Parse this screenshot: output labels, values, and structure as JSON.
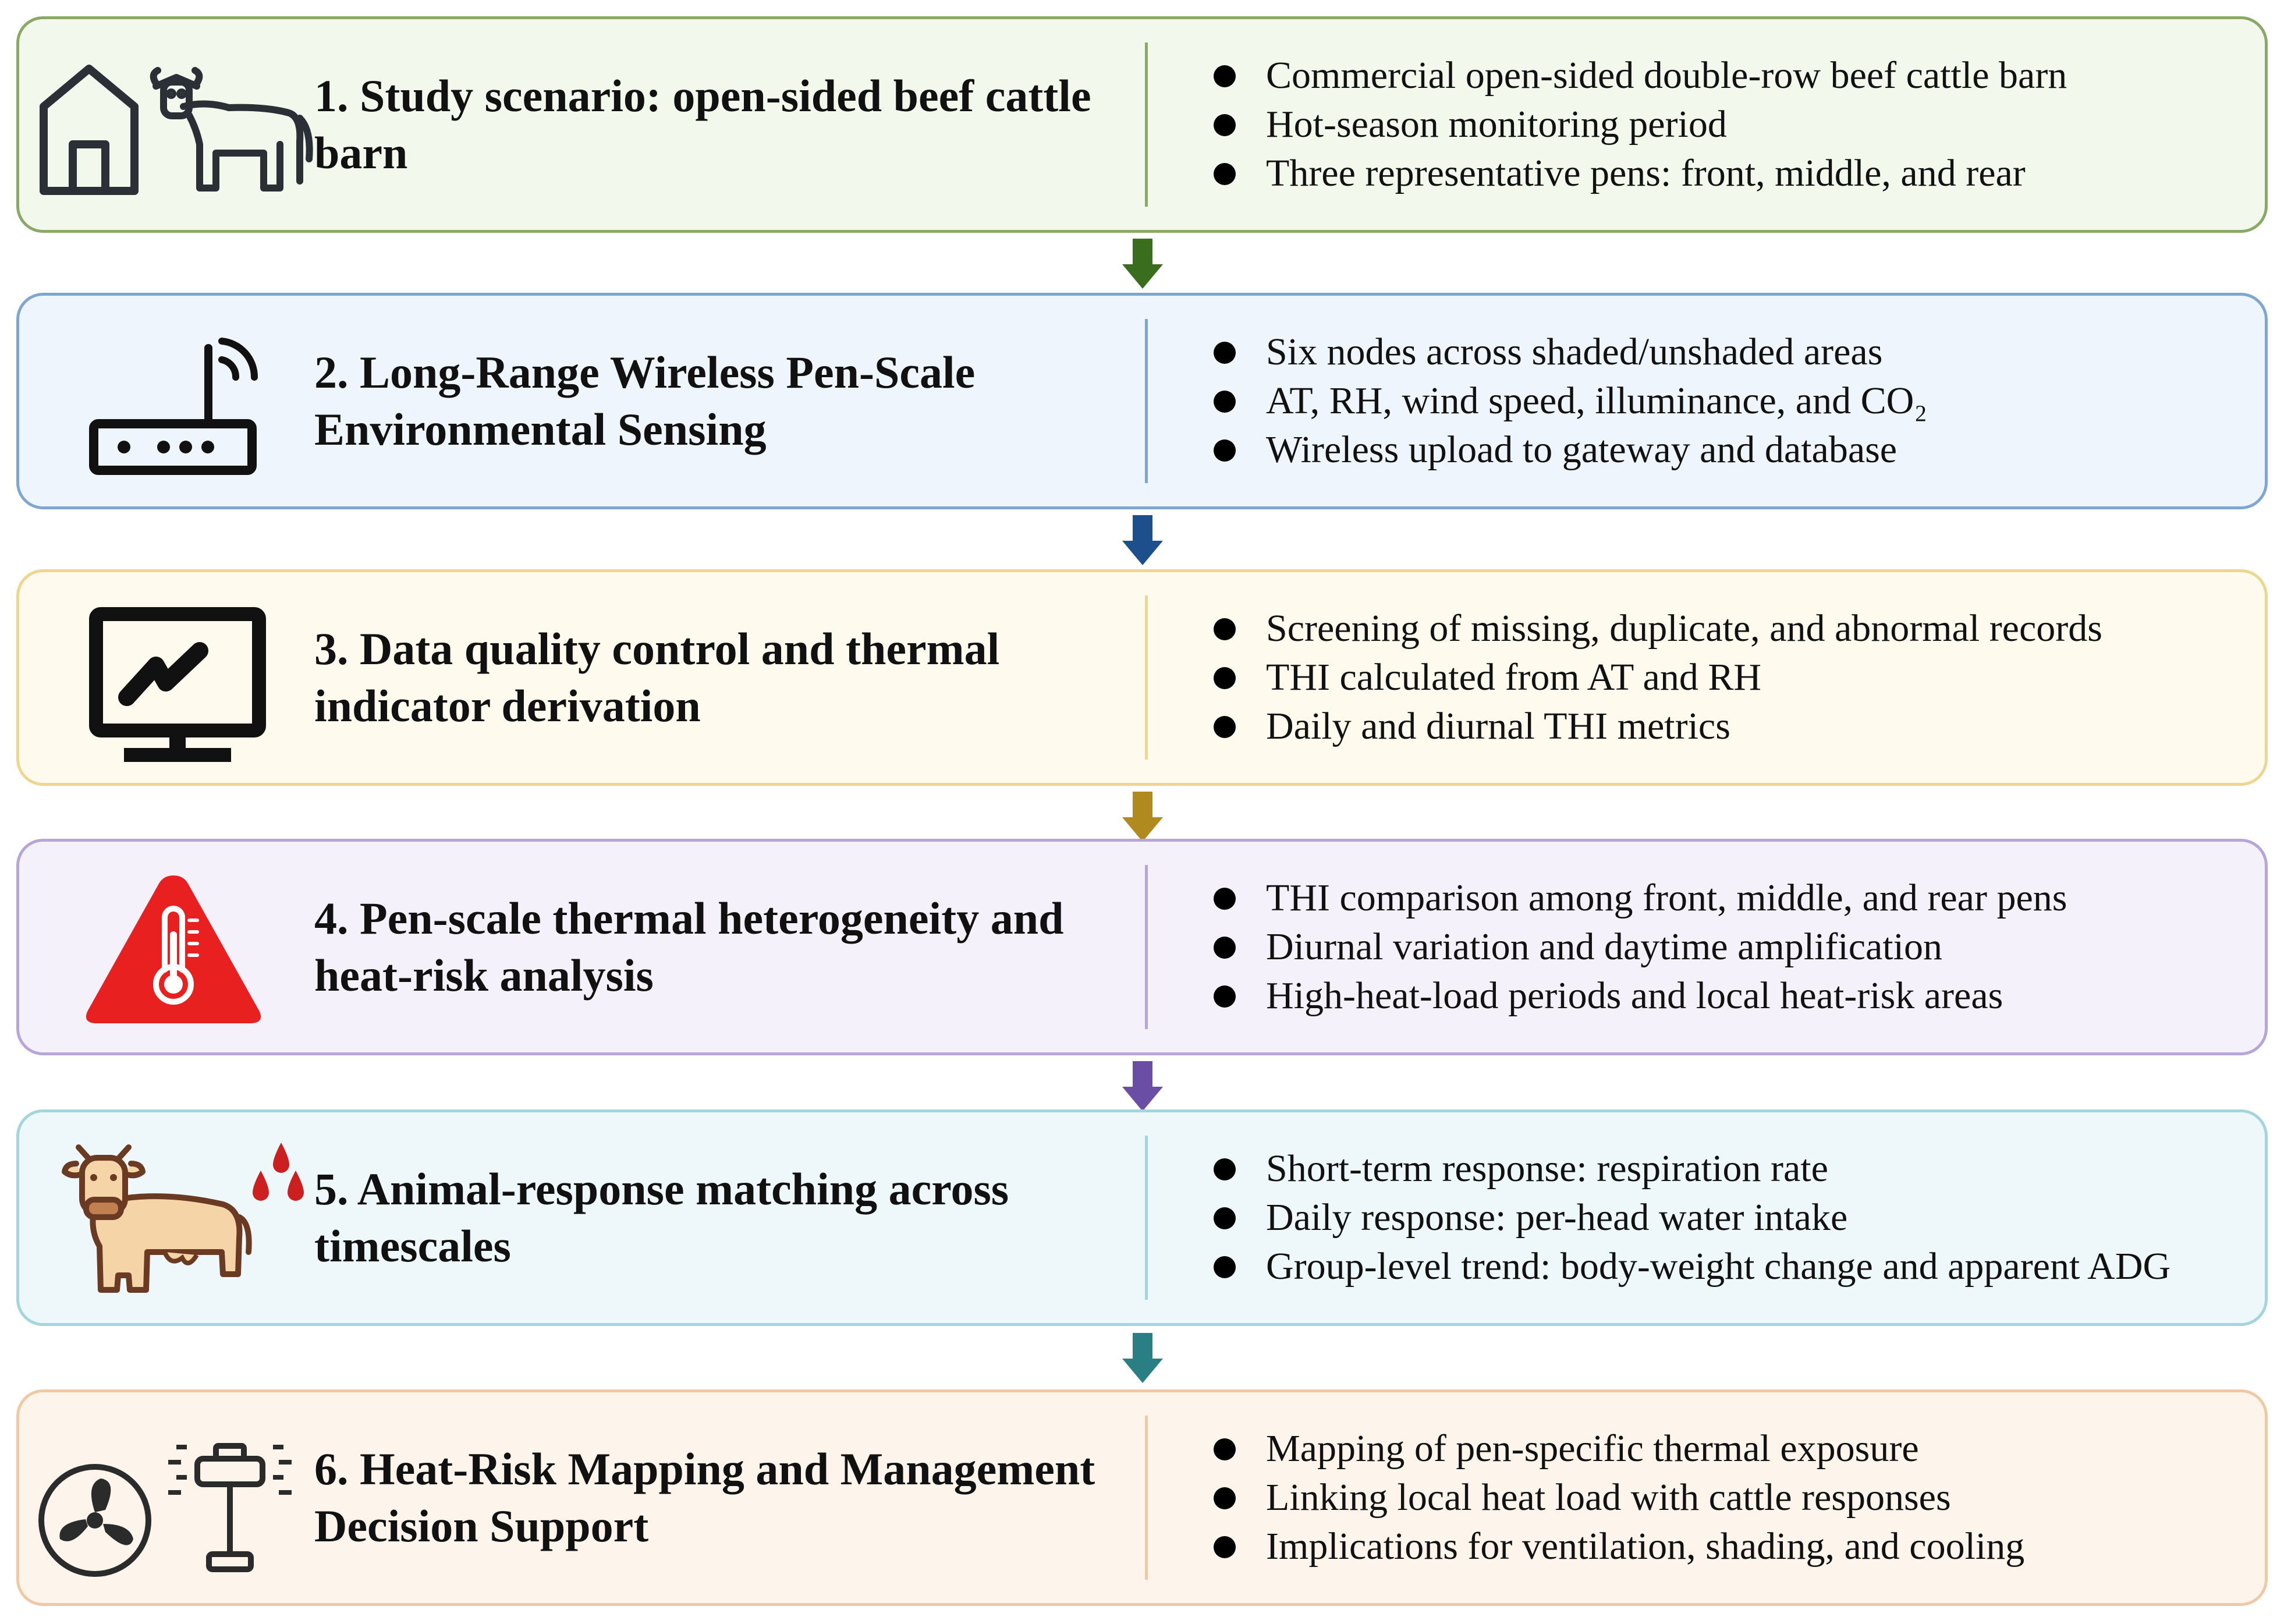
{
  "steps": [
    {
      "title": "1. Study scenario: open-sided beef cattle barn",
      "icons": [
        "house-icon",
        "cow-icon"
      ],
      "colors": {
        "fill": "#f3f8ec",
        "border": "#8aa866",
        "divider": "#8aa866",
        "arrow": "#3b6d1f"
      },
      "bullets": [
        "Commercial open-sided double-row beef cattle barn",
        "Hot-season monitoring period",
        "Three representative pens: front, middle, and rear"
      ]
    },
    {
      "title": "2. Long-Range Wireless Pen-Scale Environmental Sensing",
      "icons": [
        "wireless-router-icon"
      ],
      "colors": {
        "fill": "#eef5fc",
        "border": "#7ea6d3",
        "divider": "#7ea6d3",
        "arrow": "#1d4f8c"
      },
      "bullets": [
        "Six nodes across shaded/unshaded areas",
        "AT, RH, wind speed, illuminance, and CO₂",
        "Wireless upload to gateway and database"
      ]
    },
    {
      "title": "3. Data quality control and thermal indicator derivation",
      "icons": [
        "monitor-chart-icon"
      ],
      "colors": {
        "fill": "#fefbee",
        "border": "#ecd690",
        "divider": "#ecd690",
        "arrow": "#b08a1e"
      },
      "bullets": [
        "Screening of missing, duplicate, and abnormal records",
        "THI calculated from AT and RH",
        "Daily and diurnal THI metrics"
      ]
    },
    {
      "title": "4. Pen-scale thermal heterogeneity and heat-risk analysis",
      "icons": [
        "heat-warning-icon"
      ],
      "colors": {
        "fill": "#f4f1fb",
        "border": "#b5a5d8",
        "divider": "#b5a5d8",
        "arrow": "#6a4ea6"
      },
      "bullets": [
        "THI comparison among front, middle, and rear pens",
        "Diurnal variation and daytime amplification",
        "High-heat-load periods and local heat-risk areas"
      ]
    },
    {
      "title": "5. Animal-response matching across timescales",
      "icons": [
        "sweating-cow-icon"
      ],
      "colors": {
        "fill": "#eef8fa",
        "border": "#a4d4dc",
        "divider": "#a4d4dc",
        "arrow": "#2a7f85"
      },
      "bullets": [
        "Short-term response: respiration rate",
        "Daily response: per-head water intake",
        "Group-level trend: body-weight change and apparent ADG"
      ]
    },
    {
      "title": "6. Heat-Risk Mapping and Management Decision Support",
      "icons": [
        "fan-icon",
        "sprinkler-icon"
      ],
      "colors": {
        "fill": "#fdf4ec",
        "border": "#efc9a6",
        "divider": "#efc9a6",
        "arrow": ""
      },
      "bullets": [
        "Mapping of pen-specific thermal exposure",
        "Linking local heat load with cattle responses",
        "Implications for ventilation, shading, and cooling"
      ]
    }
  ]
}
